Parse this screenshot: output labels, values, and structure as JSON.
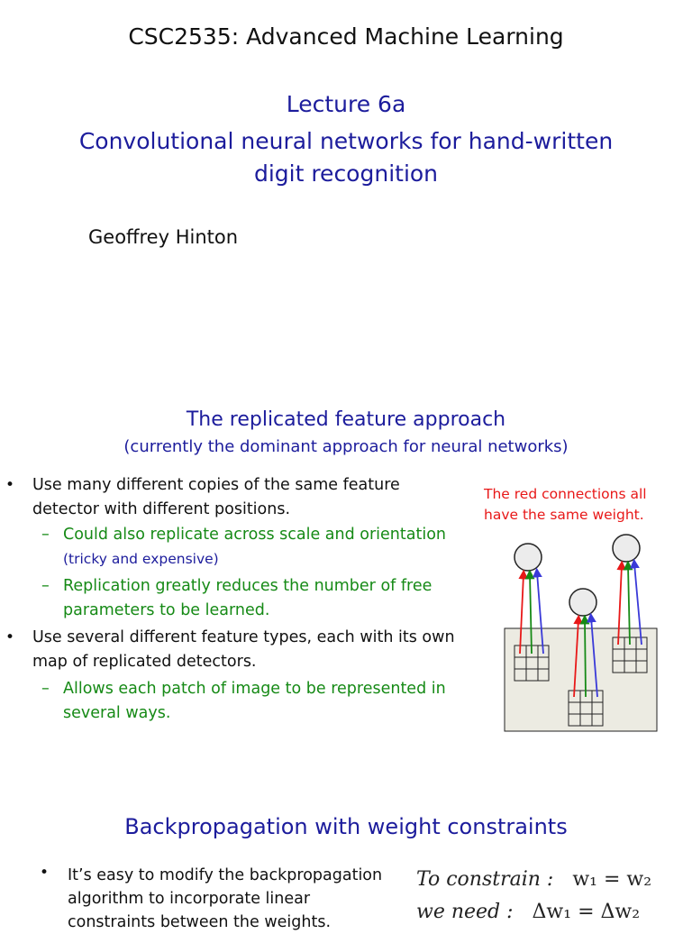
{
  "slide1": {
    "course_title": "CSC2535: Advanced Machine Learning",
    "lecture_number": "Lecture 6a",
    "lecture_title_line1": "Convolutional neural networks for hand-written",
    "lecture_title_line2": "digit recognition",
    "author": "Geoffrey Hinton"
  },
  "slide2": {
    "title": "The replicated feature approach",
    "subtitle": "(currently the dominant approach for neural networks)",
    "bullets": [
      {
        "text_line1": "Use many different copies of the same feature",
        "text_line2": "detector with different positions.",
        "subs": [
          {
            "line1": "Could also replicate across scale and orientation",
            "line2": "(tricky and expensive)"
          },
          {
            "line1": "Replication greatly reduces the number of free",
            "line2": "parameters to be learned."
          }
        ]
      },
      {
        "text_line1": "Use several different feature types, each with its own",
        "text_line2": "map of replicated detectors.",
        "subs": [
          {
            "line1": "Allows each patch of image to be represented in",
            "line2": "several ways."
          }
        ]
      }
    ],
    "bullet_symbol": "•",
    "dash_symbol": "–",
    "caption_line1": "The red connections all",
    "caption_line2": "have the same weight.",
    "colors": {
      "navy": "#1c1c9c",
      "green": "#168a16",
      "red": "#e81818",
      "blue_arrow": "#3a3ad8",
      "image_bg": "#ecebe2"
    }
  },
  "slide3": {
    "title": "Backpropagation with weight constraints",
    "bullet_line1": "It’s easy to modify the backpropagation",
    "bullet_line2": "algorithm to incorporate linear",
    "bullet_line3": "constraints between the weights.",
    "formula_line1_label": "To constrain :",
    "formula_line1_eq": "w₁ = w₂",
    "formula_line2_label": "we need :",
    "formula_line2_eq": "Δw₁ = Δw₂"
  }
}
